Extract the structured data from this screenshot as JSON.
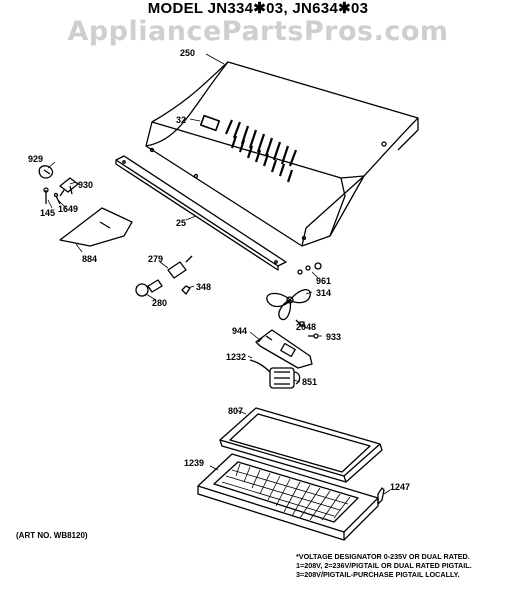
{
  "header": {
    "model_title": "MODEL JN334✱03, JN634✱03",
    "watermark": "AppliancePartsPros.com"
  },
  "parts": {
    "hood": "250",
    "switch": "32",
    "trim_strip": "25",
    "knob_929": "929",
    "switch_930": "930",
    "screw_145": "145",
    "screw_1649": "1649",
    "filter_plate": "884",
    "socket": "279",
    "lamp": "280",
    "clip": "348",
    "screw_961": "961",
    "fan_blade": "314",
    "nut_2048": "2048",
    "bracket": "944",
    "screw_933": "933",
    "wire_1232": "1232",
    "motor": "851",
    "grille": "807",
    "filter": "1239",
    "clip_1247": "1247"
  },
  "art_no": "(ART NO. WB8120)",
  "footnote": {
    "line1": "*VOLTAGE DESIGNATOR 0-235V OR DUAL RATED.",
    "line2": "1=208V, 2=236V/PIGTAIL OR DUAL RATED PIGTAIL.",
    "line3": "3=208V/PIGTAIL-PURCHASE PIGTAIL LOCALLY."
  }
}
